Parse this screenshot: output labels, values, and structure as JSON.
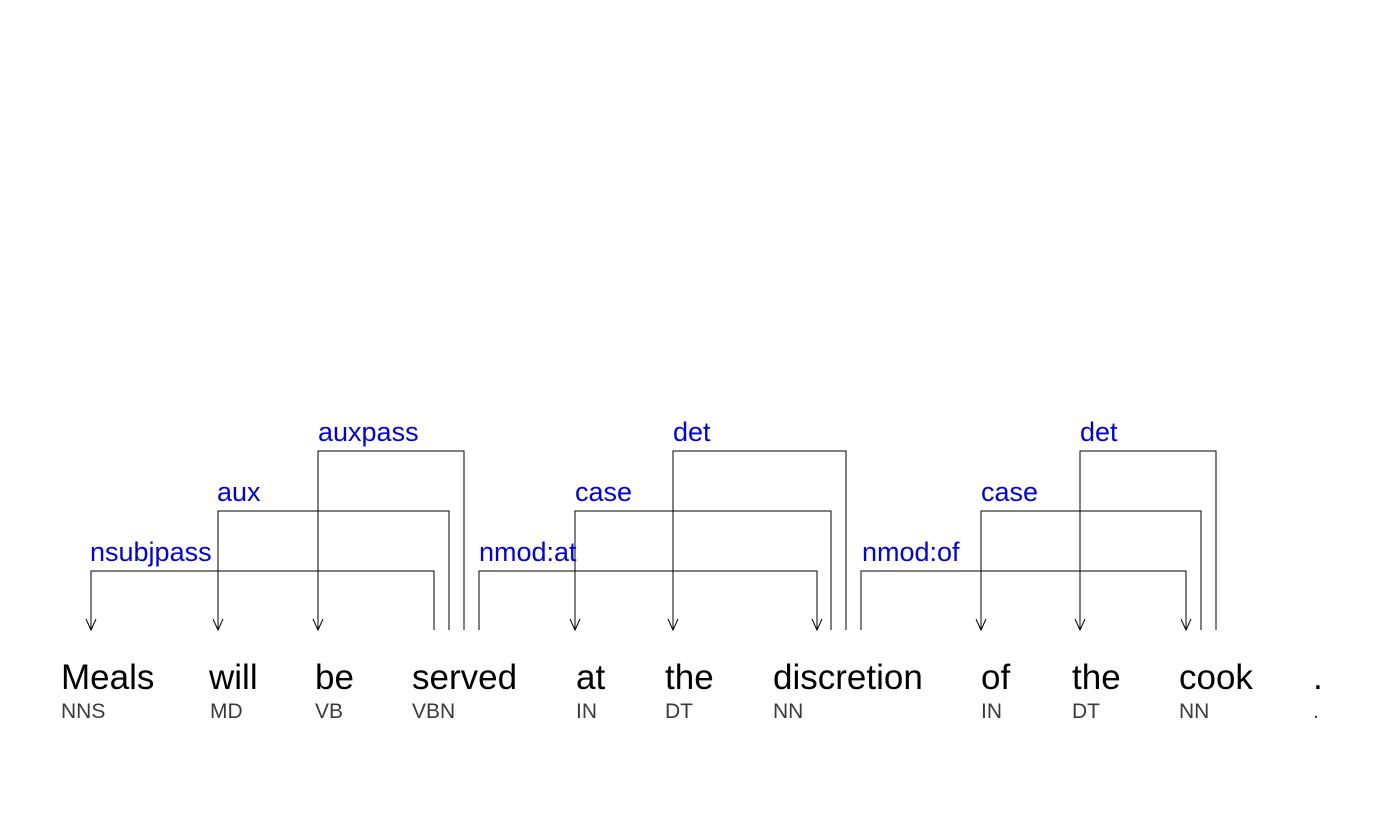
{
  "colors": {
    "label": "#0000e6",
    "word": "#000000",
    "tag": "#3a3a3a",
    "line": "#000000"
  },
  "tokens": [
    {
      "word": "Meals",
      "tag": "NNS"
    },
    {
      "word": "will",
      "tag": "MD"
    },
    {
      "word": "be",
      "tag": "VB"
    },
    {
      "word": "served",
      "tag": "VBN"
    },
    {
      "word": "at",
      "tag": "IN"
    },
    {
      "word": "the",
      "tag": "DT"
    },
    {
      "word": "discretion",
      "tag": "NN"
    },
    {
      "word": "of",
      "tag": "IN"
    },
    {
      "word": "the",
      "tag": "DT"
    },
    {
      "word": "cook",
      "tag": "NN"
    },
    {
      "word": ".",
      "tag": "."
    }
  ],
  "arcs": [
    {
      "label": "nsubjpass",
      "head": 3,
      "dep": 0
    },
    {
      "label": "aux",
      "head": 3,
      "dep": 1
    },
    {
      "label": "auxpass",
      "head": 3,
      "dep": 2
    },
    {
      "label": "nmod:at",
      "head": 3,
      "dep": 6
    },
    {
      "label": "case",
      "head": 6,
      "dep": 4
    },
    {
      "label": "det",
      "head": 6,
      "dep": 5
    },
    {
      "label": "nmod:of",
      "head": 6,
      "dep": 9
    },
    {
      "label": "case",
      "head": 9,
      "dep": 7
    },
    {
      "label": "det",
      "head": 9,
      "dep": 8
    }
  ]
}
